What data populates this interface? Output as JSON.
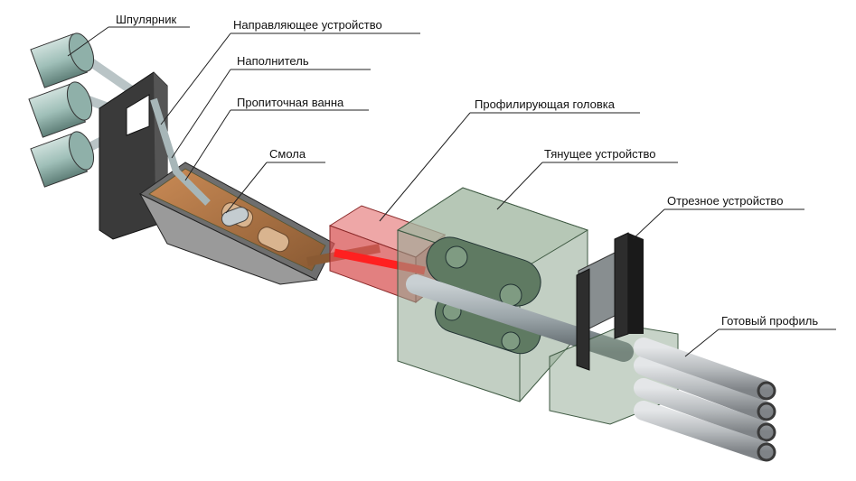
{
  "labels": {
    "creel": "Шпулярник",
    "guide": "Направляющее устройство",
    "filler": "Наполнитель",
    "bath": "Пропиточная ванна",
    "resin": "Смола",
    "die": "Профилирующая головка",
    "puller": "Тянущее устройство",
    "cutter": "Отрезное устройство",
    "product": "Готовый профиль"
  },
  "colors": {
    "roll": "#9fbfb8",
    "frame": "#3a3a3a",
    "bath": "#7c7c7c",
    "resin": "#b07a4a",
    "die": "#e24a4a",
    "puller_box": "#8fa891",
    "track": "#5f7a62",
    "rod": "#9aa4a8",
    "profile": "#b8bcbf",
    "leader": "#222222"
  }
}
